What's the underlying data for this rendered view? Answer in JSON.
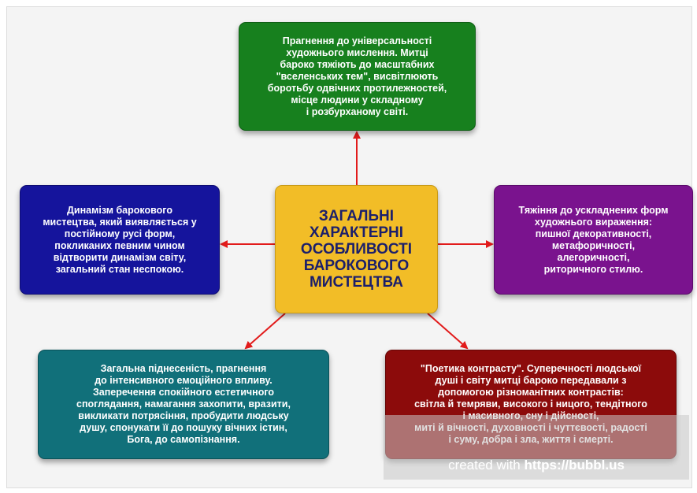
{
  "center": {
    "title": "ЗАГАЛЬНІ\nХАРАКТЕРНІ\nОСОБЛИВОСТІ\nБАРОКОВОГО\nМИСТЕЦТВА"
  },
  "nodes": {
    "top": "Прагнення до універсальності\nхудожнього мислення. Митці\nбароко тяжіють до масштабних\n\"вселенських тем\", висвітлюють\nборотьбу одвічних протилежностей,\nмісце людини у складному\nі розбурханому світі.",
    "left": "Динамізм барокового\nмистецтва, який виявляється у\nпостійному русі форм,\nпокликаних певним чином\nвідтворити динамізм світу,\nзагальний стан неспокою.",
    "right": "Тяжіння до ускладнених форм\nхудожнього вираження:\nпишної декоративності,\nметафоричності,\nалегоричності,\nриторичного стилю.",
    "bottom_left": "Загальна піднесеність, прагнення\nдо інтенсивного емоційного впливу.\nЗаперечення спокійного естетичного\nспоглядання, намагання захопити, вразити,\nвикликати потрясіння, пробудити людську\nдушу, спонукати її до пошуку вічних істин,\nБога, до самопізнання.",
    "bottom_right": "\"Поетика контрасту\". Суперечності людської\nдуші і світу митці бароко передавали з\nдопомогою різноманітних контрастів:\nсвітла й темряви, високого і ницого, тендітного\nі масивного, сну і дійсності,\nмиті й вічності, духовності і чуттєвості, радості\nі суму, добра і зла, життя і смерті."
  },
  "colors": {
    "top": "#17801e",
    "left": "#15149c",
    "right": "#7a138e",
    "bottom_left": "#11707a",
    "bottom_right": "#8c0b0b",
    "center": "#f2bd27",
    "arrows": "#e21b1b"
  },
  "watermark": {
    "logo": "bubbl.us",
    "credit_prefix": "created with ",
    "credit_link": "https://bubbl.us"
  }
}
